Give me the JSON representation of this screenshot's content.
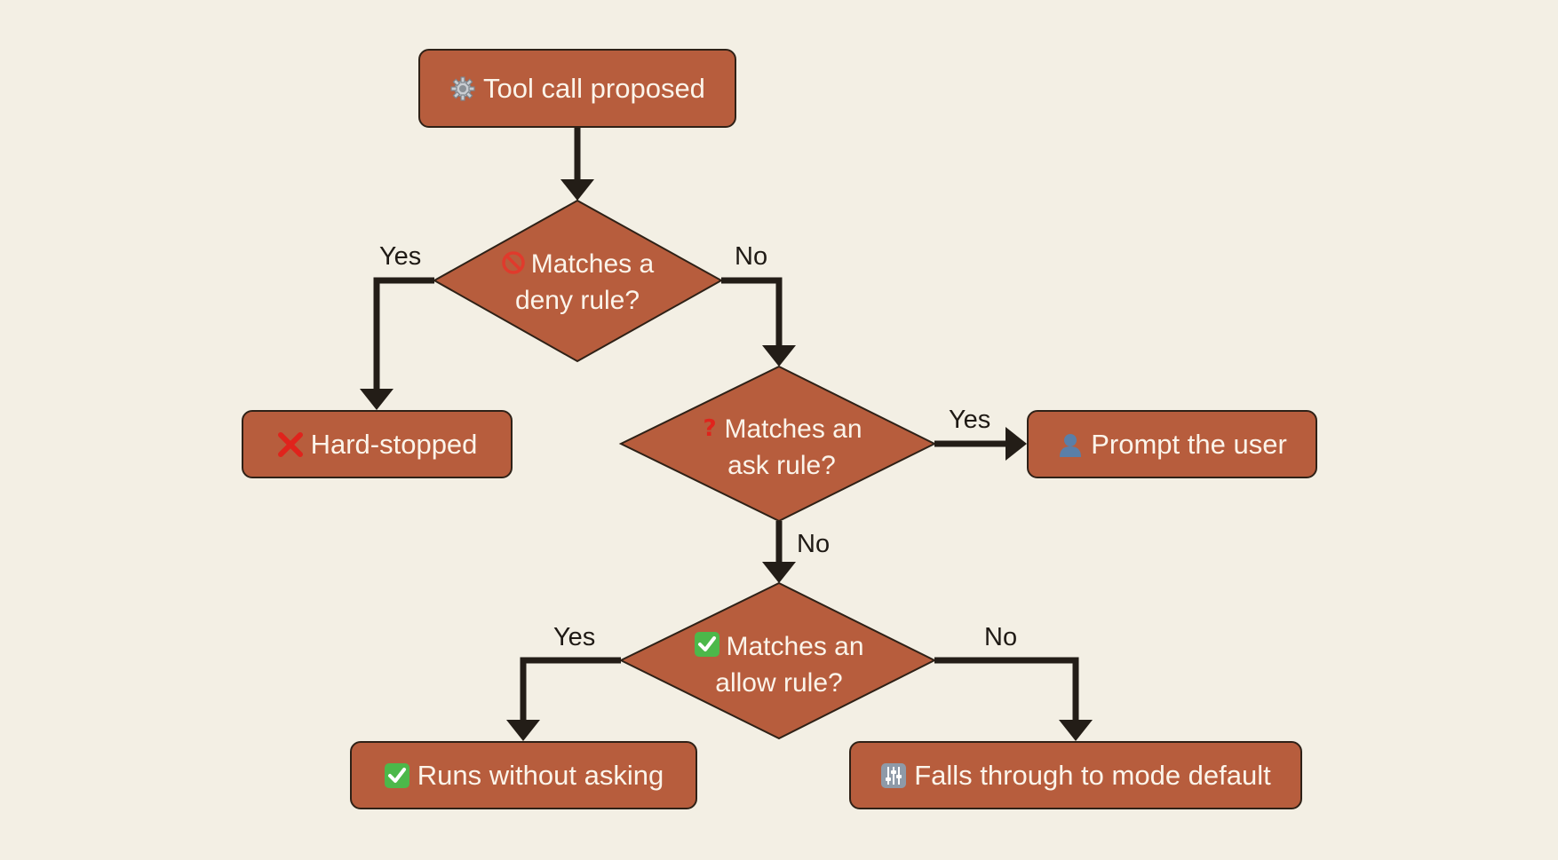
{
  "nodes": {
    "start": {
      "label": "Tool call proposed",
      "icon": "gear-icon"
    },
    "deny": {
      "line1": "Matches a",
      "line2": "deny rule?",
      "icon": "prohibited-icon"
    },
    "hard_stopped": {
      "label": "Hard-stopped",
      "icon": "red-x-icon"
    },
    "ask": {
      "line1": "Matches an",
      "line2": "ask rule?",
      "icon": "question-mark-icon"
    },
    "prompt_user": {
      "label": "Prompt the user",
      "icon": "user-icon"
    },
    "allow": {
      "line1": "Matches an",
      "line2": "allow rule?",
      "icon": "green-check-icon"
    },
    "runs": {
      "label": "Runs without asking",
      "icon": "green-check-icon"
    },
    "falls_through": {
      "label": "Falls through to mode default",
      "icon": "sliders-icon"
    }
  },
  "edges": {
    "deny_yes": "Yes",
    "deny_no": "No",
    "ask_yes": "Yes",
    "ask_no": "No",
    "allow_yes": "Yes",
    "allow_no": "No"
  },
  "colors": {
    "background": "#f3efe4",
    "node_fill": "#b75d3d",
    "node_border": "#2e2117",
    "node_text": "#fbf4ea",
    "connector": "#231d17"
  }
}
